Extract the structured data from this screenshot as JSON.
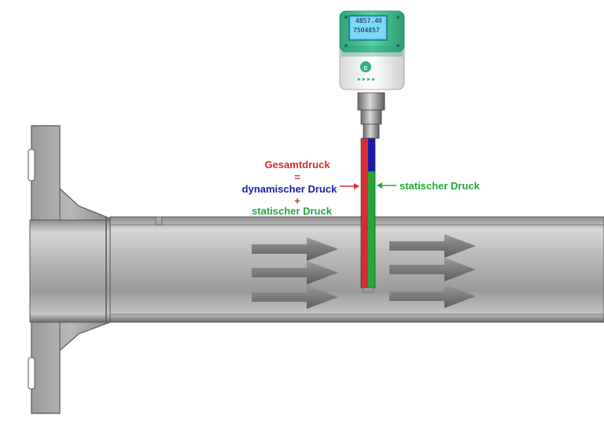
{
  "labels": {
    "total_pressure": "Gesamtdruck",
    "equals": "=",
    "dynamic_pressure": "dynamischer Druck",
    "plus": "+",
    "static_pressure_left": "statischer Druck",
    "static_pressure_right": "statischer Druck"
  },
  "device": {
    "display_line1": "4857.40",
    "display_line2": "7504857"
  },
  "colors": {
    "total_pressure": "#d32f2f",
    "dynamic_pressure": "#1a1aa8",
    "static_pressure": "#22a83a",
    "device_housing": "#3cbf8f",
    "pipe": "#a8a8a8",
    "flow_arrow": "#7a7a7a"
  },
  "icons": {
    "flow_arrows": "right-arrow-icon",
    "pointer_left": "left-arrow-icon",
    "pointer_right": "right-arrow-icon",
    "device_logo": "cs-logo-icon"
  }
}
